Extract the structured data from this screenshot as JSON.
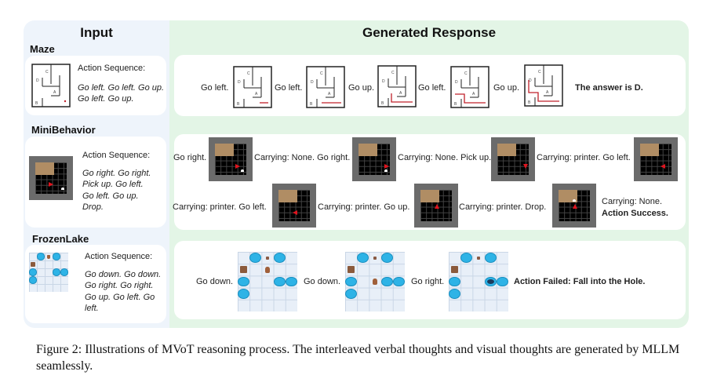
{
  "columns": {
    "input_title": "Input",
    "generated_title": "Generated Response"
  },
  "sections": {
    "maze": {
      "label": "Maze",
      "input": {
        "heading": "Action Sequence:",
        "sequence": "Go left. Go left. Go up. Go left. Go up."
      },
      "steps": [
        "Go left.",
        "Go left.",
        "Go up.",
        "Go left.",
        "Go up."
      ],
      "maze_labels": [
        "A",
        "B",
        "C",
        "D"
      ],
      "result": "The answer is D."
    },
    "minibehavior": {
      "label": "MiniBehavior",
      "input": {
        "heading": "Action Sequence:",
        "sequence_lines": [
          "Go right. Go right.",
          "Pick up. Go left.",
          "Go left. Go up.",
          "Drop."
        ]
      },
      "steps": [
        "Go right.",
        "Carrying: None. Go right.",
        "Carrying: None. Pick up.",
        "Carrying: printer. Go left.",
        "Carrying: printer. Go left.",
        "Carrying: printer. Go up.",
        "Carrying: printer. Drop."
      ],
      "final_state": "Carrying: None.",
      "result": "Action Success."
    },
    "frozenlake": {
      "label": "FrozenLake",
      "input": {
        "heading": "Action Sequence:",
        "sequence_lines": [
          "Go down. Go down.",
          "Go right. Go right.",
          "Go up. Go left. Go",
          "left."
        ]
      },
      "steps": [
        "Go down.",
        "Go down.",
        "Go right."
      ],
      "result": "Action Failed: Fall into the Hole."
    }
  },
  "colors": {
    "input_panel": "#eef4fb",
    "generated_panel": "#e3f5e6",
    "path_red": "#c0202a",
    "agent_red": "#e0141e",
    "table_brown": "#b08d64",
    "hole_blue": "#2eb3e6"
  },
  "caption": "Figure 2: Illustrations of MVoT reasoning process. The interleaved verbal thoughts and visual thoughts are generated by MLLM seamlessly."
}
